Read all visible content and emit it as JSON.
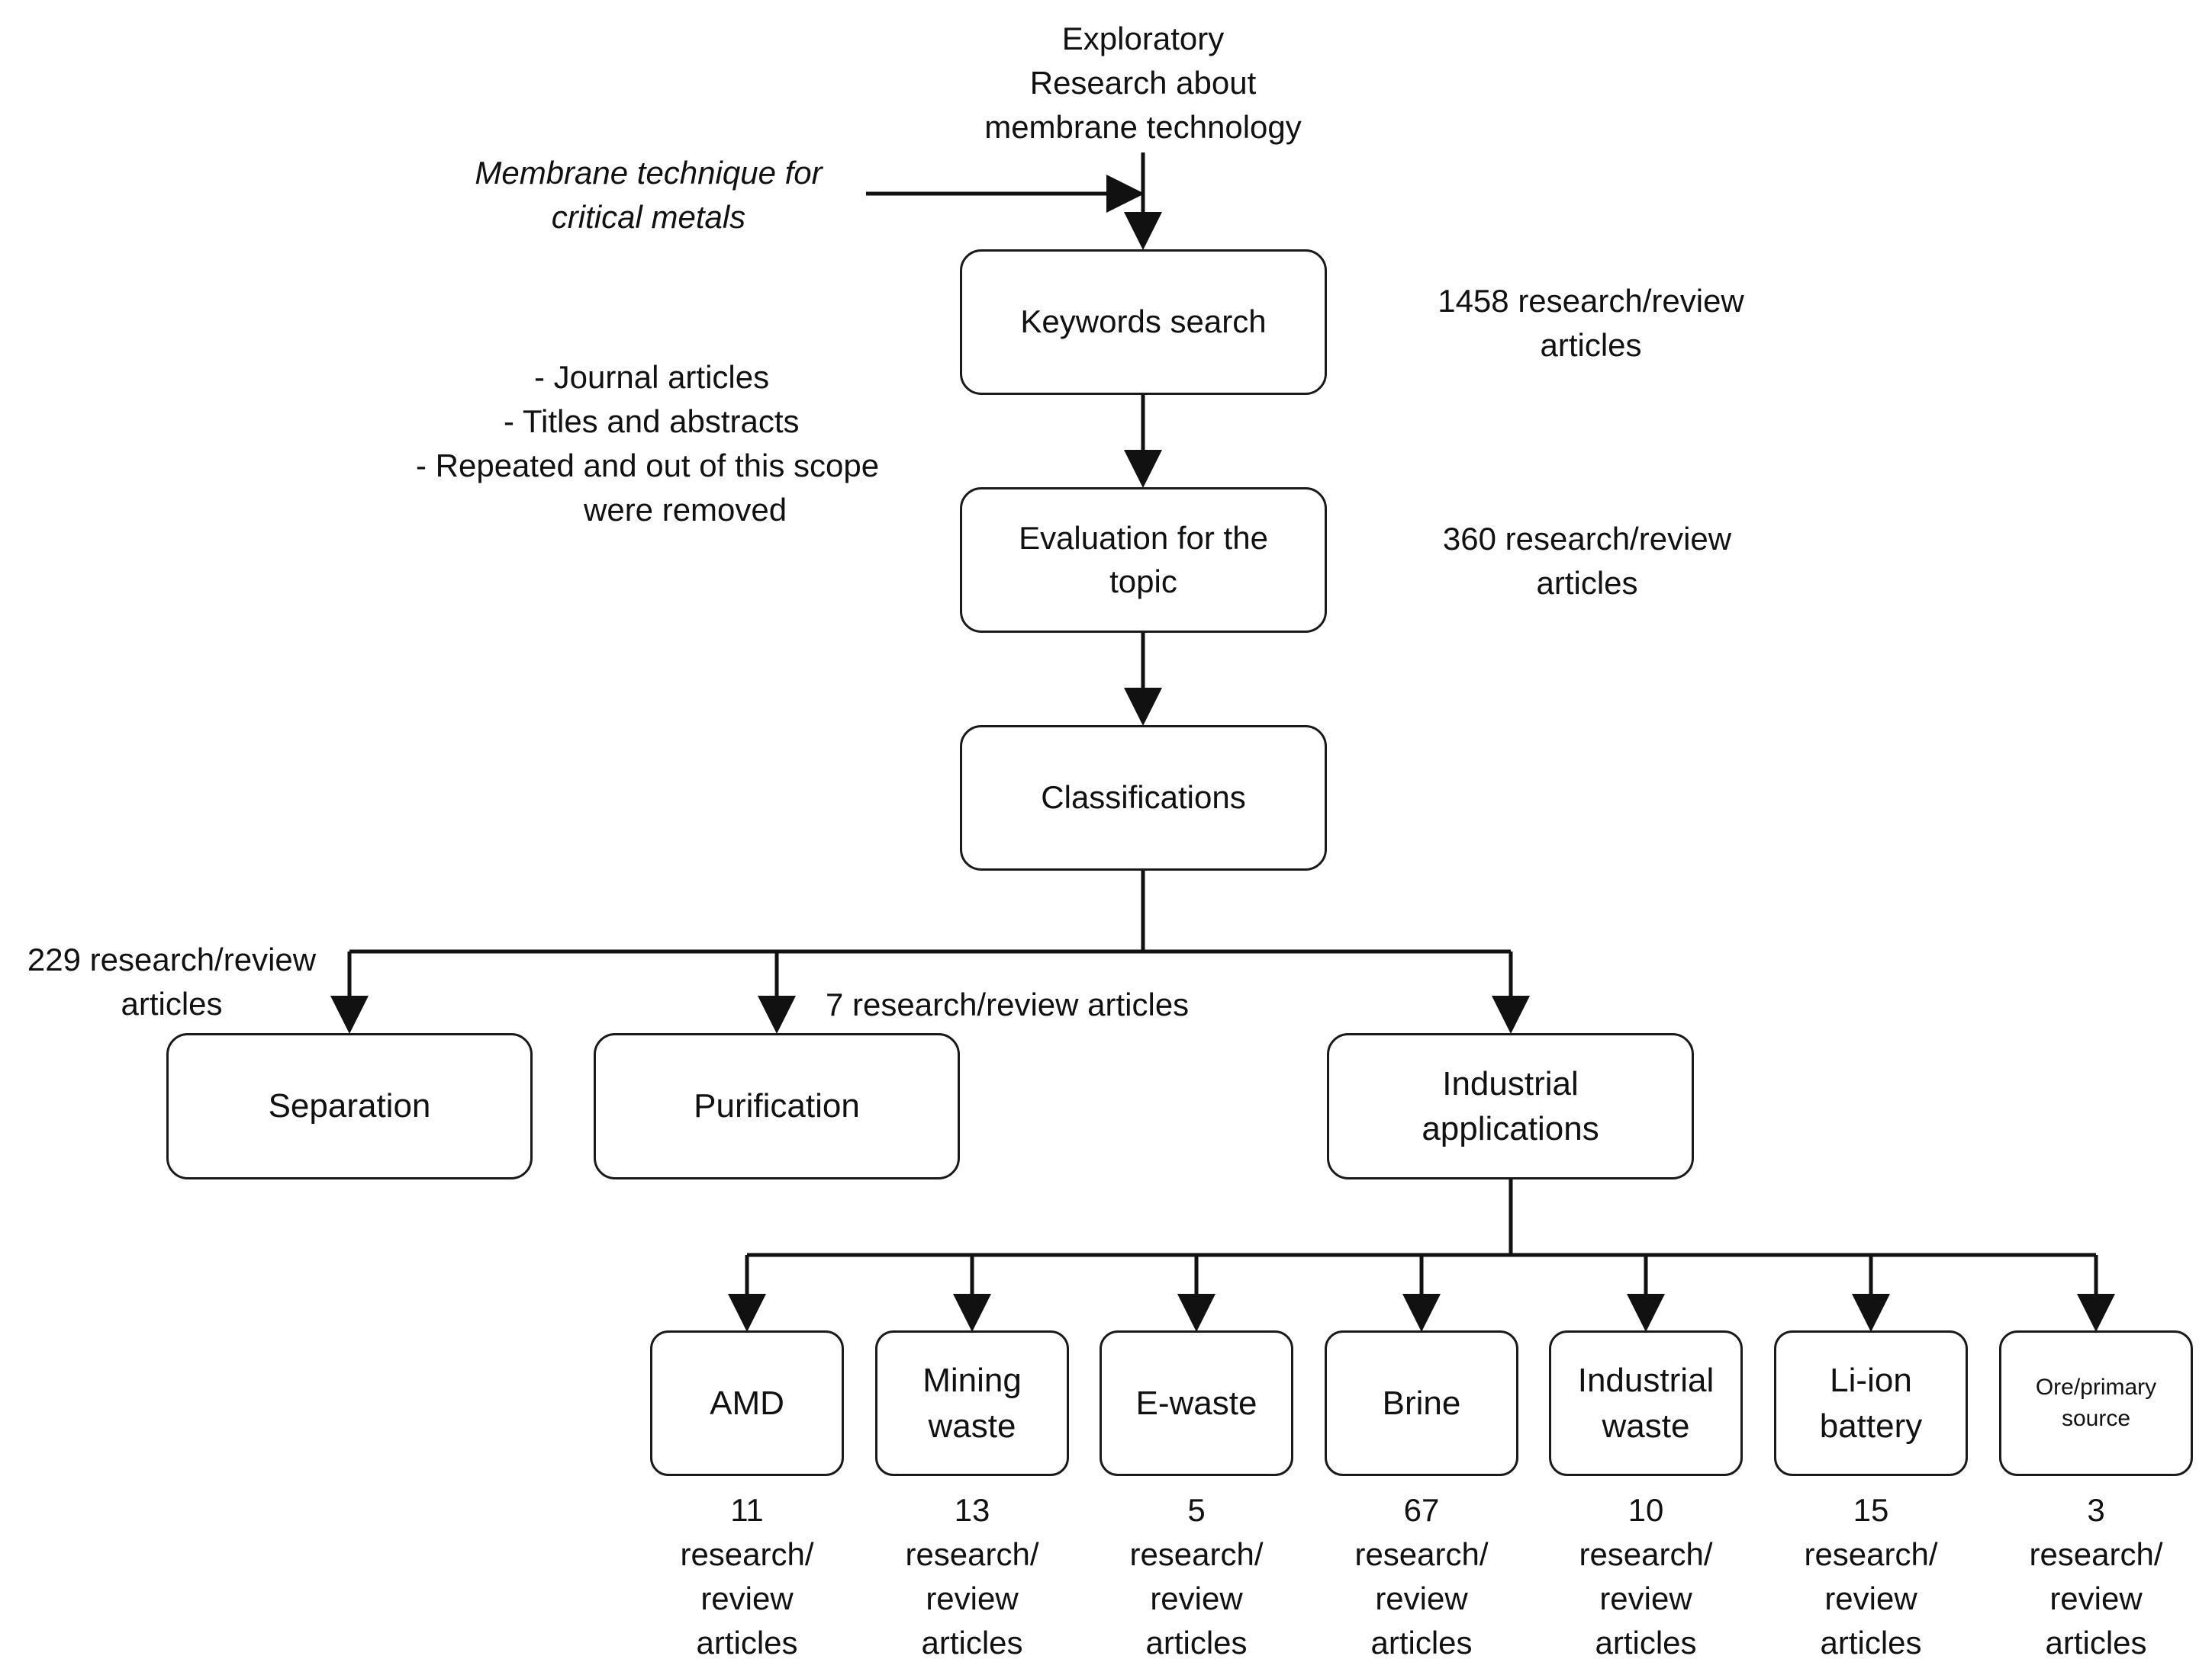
{
  "top_text": "Exploratory\nResearch about\nmembrane technology",
  "input_text": "Membrane technique for\ncritical metals",
  "steps": {
    "keywords": "Keywords search",
    "evaluation": "Evaluation for the\ntopic",
    "classifications": "Classifications"
  },
  "step_counts": {
    "keywords": "1458 research/review\narticles",
    "evaluation": "360 research/review\narticles"
  },
  "filters": [
    "-    Journal articles",
    "-    Titles and abstracts",
    "-    Repeated and out of this scope",
    "were removed"
  ],
  "categories": {
    "separation": "Separation",
    "purification": "Purification",
    "industrial": "Industrial\napplications"
  },
  "category_counts": {
    "separation": "229 research/review\narticles",
    "purification": "7 research/review articles"
  },
  "applications": [
    {
      "label": "AMD",
      "count": "11\nresearch/\nreview\narticles"
    },
    {
      "label": "Mining\nwaste",
      "count": "13\nresearch/\nreview\narticles"
    },
    {
      "label": "E-waste",
      "count": "5\nresearch/\nreview\narticles"
    },
    {
      "label": "Brine",
      "count": "67\nresearch/\nreview\narticles"
    },
    {
      "label": "Industrial\nwaste",
      "count": "10\nresearch/\nreview\narticles"
    },
    {
      "label": "Li-ion\nbattery",
      "count": "15\nresearch/\nreview\narticles"
    },
    {
      "label": "Ore/primary\nsource",
      "count": "3\nresearch/\nreview\narticles"
    }
  ]
}
